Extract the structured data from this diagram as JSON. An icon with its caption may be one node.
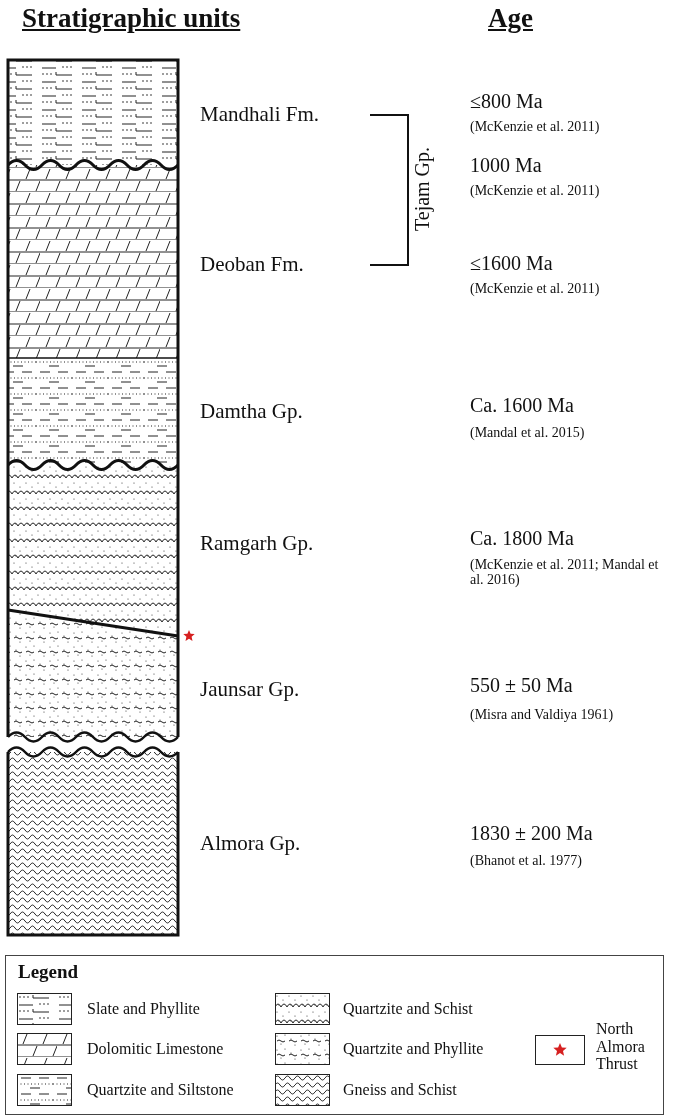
{
  "diagram": {
    "labels": [
      "Stratigraphic units",
      "Age",
      "≤800 Ma",
      "(McKenzie et al. 2011)",
      "Mandhali Fm.",
      "1000 Ma",
      "(McKenzie et al. 2011)",
      "Tejam Gp.",
      "Deoban Fm.",
      "≤1600 Ma",
      "(McKenzie et al. 2011)",
      "Damtha Gp.",
      "Ca. 1600 Ma",
      "(Mandal et al. 2015)",
      "Ramgarh Gp.",
      "Ca. 1800 Ma",
      "(McKenzie et al. 2011; Mandal et al. 2016)",
      "Jaunsar Gp.",
      "550 ± 50 Ma",
      "(Misra and Valdiya 1961)",
      "Almora Gp.",
      "1830 ± 200 Ma",
      "(Bhanot et al. 1977)",
      "Legend"
    ],
    "legend": [
      {
        "text": "Slate and Phyllite"
      },
      {
        "text": "Quartzite and Schist"
      },
      {
        "text": "Dolomitic Limestone"
      },
      {
        "text": "Quartzite and Phyllite"
      },
      {
        "text": "North Almora Thrust"
      },
      {
        "text": "Quartzite and Siltstone"
      },
      {
        "text": "Gneiss and Schist"
      }
    ]
  }
}
